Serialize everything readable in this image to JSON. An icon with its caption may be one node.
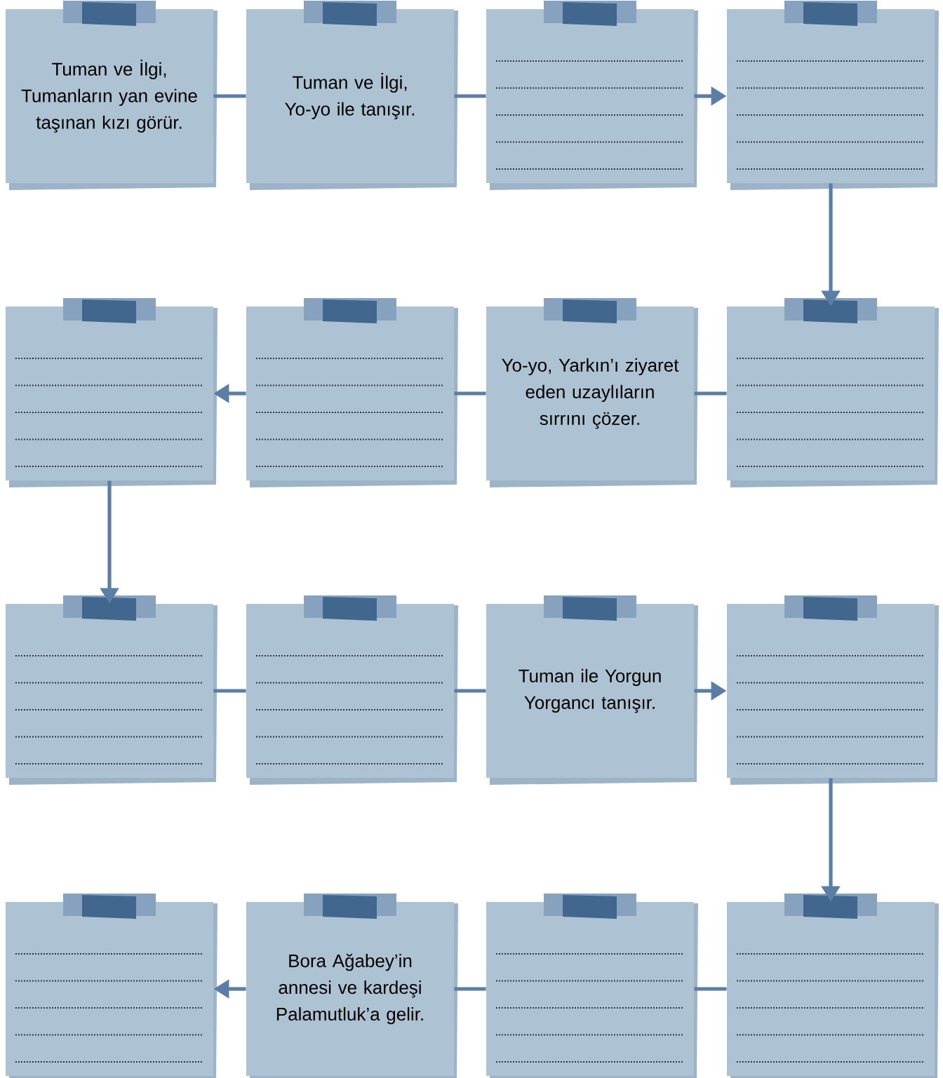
{
  "diagram": {
    "nodes": [
      {
        "text": [
          "Tuman ve İlgi, Tumanların yan evine taşınan kızı görür."
        ]
      },
      {
        "text": [
          "Tuman ve İlgi, Yo-yo ile tanışır."
        ]
      },
      {
        "text": [],
        "shape": "box"
      },
      {
        "text": [],
        "shape": "box"
      },
      {
        "text": [],
        "shape": "box"
      },
      {
        "text": [],
        "shape": "box"
      },
      {
        "text": [
          "Yo-yo, Yarkın’ı ziyaret eden uzaylıların sırrını çözer."
        ]
      },
      {
        "text": [],
        "shape": "box"
      },
      {
        "text": [],
        "shape": "box"
      },
      {
        "text": [],
        "shape": "box"
      },
      {
        "text": [
          "Tuman ile Yorgun Yorgancı tanışır."
        ]
      },
      {
        "text": [],
        "shape": "box"
      },
      {
        "text": [],
        "shape": "box"
      },
      {
        "text": [
          "Bora Ağabey’in annesi ve kardeşi Palamutluk’a gelir."
        ]
      },
      {
        "text": [],
        "shape": "box"
      },
      {
        "text": [],
        "shape": "box"
      }
    ],
    "edges": [
      {
        "from": 0,
        "to": 1,
        "arrow": "none"
      },
      {
        "from": 1,
        "to": 2,
        "arrow": "none"
      },
      {
        "from": 2,
        "to": 3,
        "arrow": "to"
      },
      {
        "from": 3,
        "to": 7,
        "arrow": "to"
      },
      {
        "from": 7,
        "to": 6,
        "arrow": "none"
      },
      {
        "from": 6,
        "to": 5,
        "arrow": "none"
      },
      {
        "from": 5,
        "to": 4,
        "arrow": "to"
      },
      {
        "from": 4,
        "to": 8,
        "arrow": "to"
      },
      {
        "from": 8,
        "to": 9,
        "arrow": "none"
      },
      {
        "from": 9,
        "to": 10,
        "arrow": "none"
      },
      {
        "from": 10,
        "to": 11,
        "arrow": "to"
      },
      {
        "from": 11,
        "to": 15,
        "arrow": "to"
      },
      {
        "from": 15,
        "to": 14,
        "arrow": "none"
      },
      {
        "from": 14,
        "to": 13,
        "arrow": "none"
      },
      {
        "from": 13,
        "to": 12,
        "arrow": "to"
      }
    ]
  }
}
